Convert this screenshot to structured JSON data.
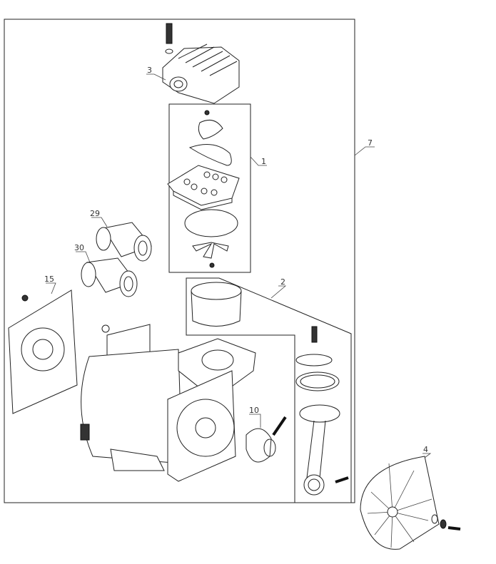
{
  "diagram": {
    "title": "Air compressor pump exploded parts view",
    "callouts": [
      {
        "id": "cylinder-head",
        "label": "3"
      },
      {
        "id": "valve-plate-kit",
        "label": "1"
      },
      {
        "id": "pump-assembly",
        "label": "7"
      },
      {
        "id": "filter-29",
        "label": "29"
      },
      {
        "id": "filter-30",
        "label": "30"
      },
      {
        "id": "piston-kit",
        "label": "2"
      },
      {
        "id": "cover-plate",
        "label": "15"
      },
      {
        "id": "eccentric",
        "label": "10"
      },
      {
        "id": "fan",
        "label": "4"
      }
    ]
  }
}
